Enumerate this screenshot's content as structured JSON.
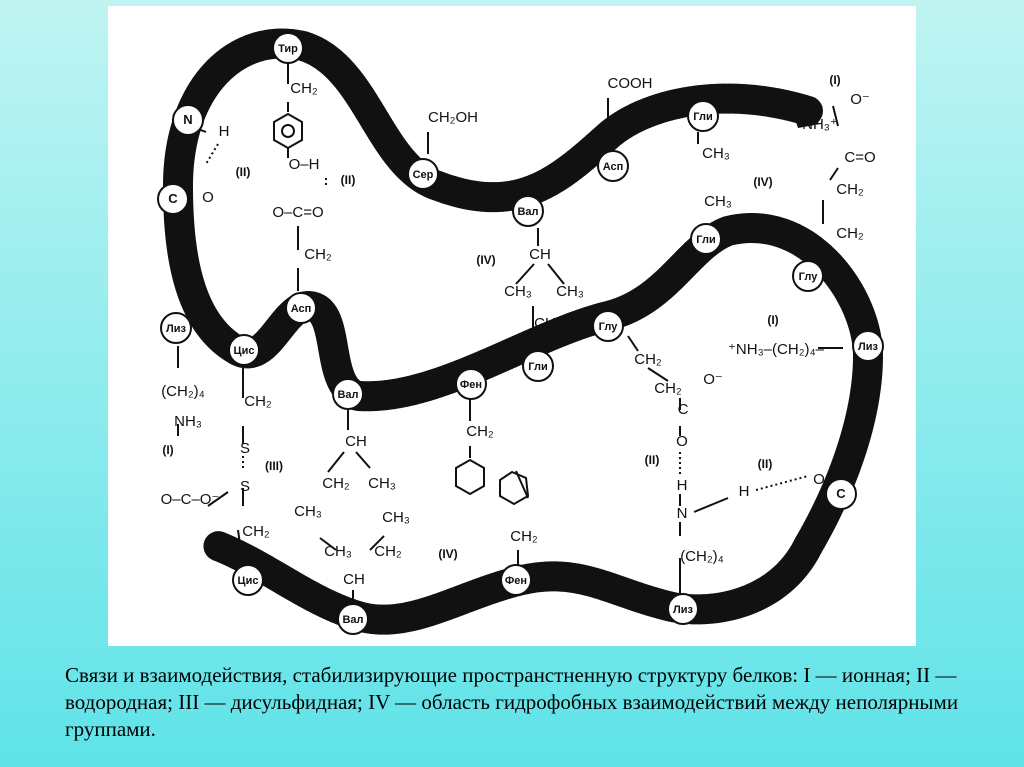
{
  "diagram": {
    "colors": {
      "chain": "#111111",
      "background": "#ffffff",
      "slide": "#5fe3e8"
    },
    "residues": [
      {
        "id": "r-tir",
        "label": "Тир"
      },
      {
        "id": "r-n",
        "label": "N"
      },
      {
        "id": "r-c-left",
        "label": "C"
      },
      {
        "id": "r-ser",
        "label": "Сер"
      },
      {
        "id": "r-asp-top",
        "label": "Асп"
      },
      {
        "id": "r-gli-top",
        "label": "Гли"
      },
      {
        "id": "r-val-mid",
        "label": "Вал"
      },
      {
        "id": "r-asp-left",
        "label": "Асп"
      },
      {
        "id": "r-liz-left",
        "label": "Лиз"
      },
      {
        "id": "r-cis-top",
        "label": "Цис"
      },
      {
        "id": "r-gli-right",
        "label": "Гли"
      },
      {
        "id": "r-glu-right",
        "label": "Глу"
      },
      {
        "id": "r-liz-right",
        "label": "Лиз"
      },
      {
        "id": "r-glu-mid",
        "label": "Глу"
      },
      {
        "id": "r-gli-mid",
        "label": "Гли"
      },
      {
        "id": "r-fen-mid",
        "label": "Фен"
      },
      {
        "id": "r-val-lower",
        "label": "Вал"
      },
      {
        "id": "r-c-right",
        "label": "C"
      },
      {
        "id": "r-cis-bot",
        "label": "Цис"
      },
      {
        "id": "r-val-bot",
        "label": "Вал"
      },
      {
        "id": "r-fen-bot",
        "label": "Фен"
      },
      {
        "id": "r-liz-bot",
        "label": "Лиз"
      }
    ],
    "labels": [
      {
        "id": "t-ch2-tir",
        "text": "CH₂"
      },
      {
        "id": "t-oh-tir",
        "text": "O–H"
      },
      {
        "id": "t-ii-1",
        "text": "(II)"
      },
      {
        "id": "t-ii-2",
        "text": "(II)"
      },
      {
        "id": "t-h-n",
        "text": "H"
      },
      {
        "id": "t-o-c",
        "text": "O"
      },
      {
        "id": "t-coo-asp",
        "text": "O–C=O"
      },
      {
        "id": "t-ch2-asp",
        "text": "CH₂"
      },
      {
        "id": "t-ch2oh",
        "text": "CH₂OH"
      },
      {
        "id": "t-cooh",
        "text": "COOH"
      },
      {
        "id": "t-ch2-asptop",
        "text": "CH₂"
      },
      {
        "id": "t-ch3-gli",
        "text": "CH₃"
      },
      {
        "id": "t-i-top",
        "text": "(I)"
      },
      {
        "id": "t-nh3-top",
        "text": "NH₃⁺"
      },
      {
        "id": "t-o-top",
        "text": "O⁻"
      },
      {
        "id": "t-c-top",
        "text": "C=O"
      },
      {
        "id": "t-ch2-top1",
        "text": "CH₂"
      },
      {
        "id": "t-ch2-top2",
        "text": "CH₂"
      },
      {
        "id": "t-iv-1",
        "text": "(IV)"
      },
      {
        "id": "t-ch3-gli2",
        "text": "CH₃"
      },
      {
        "id": "t-iv-2",
        "text": "(IV)"
      },
      {
        "id": "t-ch-val",
        "text": "CH"
      },
      {
        "id": "t-ch3-val-a",
        "text": "CH₃"
      },
      {
        "id": "t-ch3-val-b",
        "text": "CH₃"
      },
      {
        "id": "t-ch3-glimid",
        "text": "CH₃"
      },
      {
        "id": "t-i-mid",
        "text": "(I)"
      },
      {
        "id": "t-nh3-chain",
        "text": "⁺NH₃–(CH₂)₄–"
      },
      {
        "id": "t-ch2-glu1",
        "text": "CH₂"
      },
      {
        "id": "t-ch2-glu2",
        "text": "CH₂"
      },
      {
        "id": "t-o-glu",
        "text": "O⁻"
      },
      {
        "id": "t-c-glu",
        "text": "C"
      },
      {
        "id": "t-o-glu2",
        "text": "O"
      },
      {
        "id": "t-ii-3",
        "text": "(II)"
      },
      {
        "id": "t-ii-4",
        "text": "(II)"
      },
      {
        "id": "t-h-liz",
        "text": "H"
      },
      {
        "id": "t-n-liz",
        "text": "N"
      },
      {
        "id": "t-ch2-liz",
        "text": "(CH₂)₄"
      },
      {
        "id": "t-h-c",
        "text": "H"
      },
      {
        "id": "t-o-cright",
        "text": "O"
      },
      {
        "id": "t-ch2-lizleft",
        "text": "(CH₂)₄"
      },
      {
        "id": "t-nh3-lizleft",
        "text": "NH₃"
      },
      {
        "id": "t-i-left",
        "text": "(I)"
      },
      {
        "id": "t-ch2-cis",
        "text": "CH₂"
      },
      {
        "id": "t-s1",
        "text": "S"
      },
      {
        "id": "t-iii",
        "text": "(III)"
      },
      {
        "id": "t-s2",
        "text": "S"
      },
      {
        "id": "t-ch2-cis2",
        "text": "CH₂"
      },
      {
        "id": "t-coo-left",
        "text": "O–C–O⁻"
      },
      {
        "id": "t-ch-vallow",
        "text": "CH"
      },
      {
        "id": "t-ch2-vallow",
        "text": "CH₂"
      },
      {
        "id": "t-ch3-vallow1",
        "text": "CH₃"
      },
      {
        "id": "t-ch3-vallow2",
        "text": "CH₃"
      },
      {
        "id": "t-ch2-fen",
        "text": "CH₂"
      },
      {
        "id": "t-ch2-fenb",
        "text": "CH₂"
      },
      {
        "id": "t-ch3-vb1",
        "text": "CH₃"
      },
      {
        "id": "t-ch3-vb2",
        "text": "CH₃"
      },
      {
        "id": "t-ch2-vb",
        "text": "CH₂"
      },
      {
        "id": "t-ch-vb",
        "text": "CH"
      },
      {
        "id": "t-iv-3",
        "text": "(IV)"
      }
    ]
  },
  "caption": {
    "text": "Связи и взаимодействия, стабилизирующие пространстненную структуру белков: I — ионная; II — водородная; III — дисульфидная; IV — область гидрофобных взаимодействий между неполярными группами."
  }
}
